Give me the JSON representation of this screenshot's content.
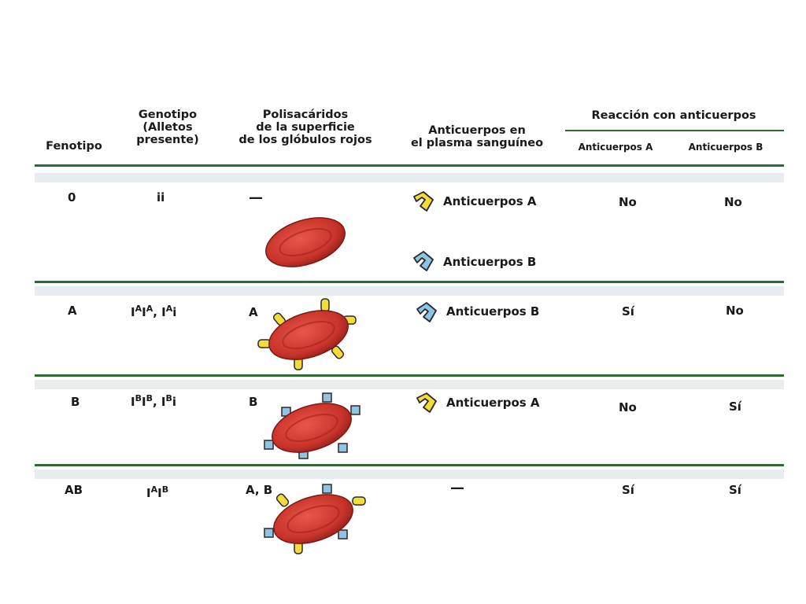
{
  "headers": {
    "fenotipo": "Fenotipo",
    "genotipo": [
      "Genotipo",
      "(Alletos",
      "presente)"
    ],
    "polisacaridos": [
      "Polisacáridos",
      "de la superficie",
      "de los glóbulos rojos"
    ],
    "anticuerpos_plasma": [
      "Anticuerpos en",
      "el plasma sanguíneo"
    ],
    "reaccion": "Reacción con anticuerpos",
    "anti_a": "Anticuerpos A",
    "anti_b": "Anticuerpos B"
  },
  "rows": [
    {
      "fenotipo": "0",
      "genotipo": "ii",
      "polisacarido": "—",
      "anticuerpos": [
        "Anticuerpos A",
        "Anticuerpos B"
      ],
      "reaccion_a": "No",
      "reaccion_b": "No"
    },
    {
      "fenotipo": "A",
      "genotipo_parts": [
        "I",
        "A",
        "I",
        "A",
        ", I",
        "A",
        "i"
      ],
      "polisacarido": "A",
      "anticuerpos": [
        "Anticuerpos B"
      ],
      "reaccion_a": "Sí",
      "reaccion_b": "No"
    },
    {
      "fenotipo": "B",
      "genotipo_parts": [
        "I",
        "B",
        "I",
        "B",
        ", I",
        "B",
        "i"
      ],
      "polisacarido": "B",
      "anticuerpos": [
        "Anticuerpos A"
      ],
      "reaccion_a": "No",
      "reaccion_b": "Sí"
    },
    {
      "fenotipo": "AB",
      "genotipo_parts": [
        "I",
        "A",
        "I",
        "B"
      ],
      "polisacarido": "A, B",
      "anticuerpos": [
        "—"
      ],
      "reaccion_a": "Sí",
      "reaccion_b": "Sí"
    }
  ],
  "colors": {
    "rule_green": "#2e6b2e",
    "cell_red": "#c8332a",
    "antigen_a_yellow": "#f3dc3a",
    "antigen_b_blue": "#8ec4e6",
    "band_gray": "#e9ecef"
  },
  "icons": {
    "antibody_a": "antibody-a-icon",
    "antibody_b": "antibody-b-icon",
    "red_cell": "red-blood-cell-icon"
  }
}
